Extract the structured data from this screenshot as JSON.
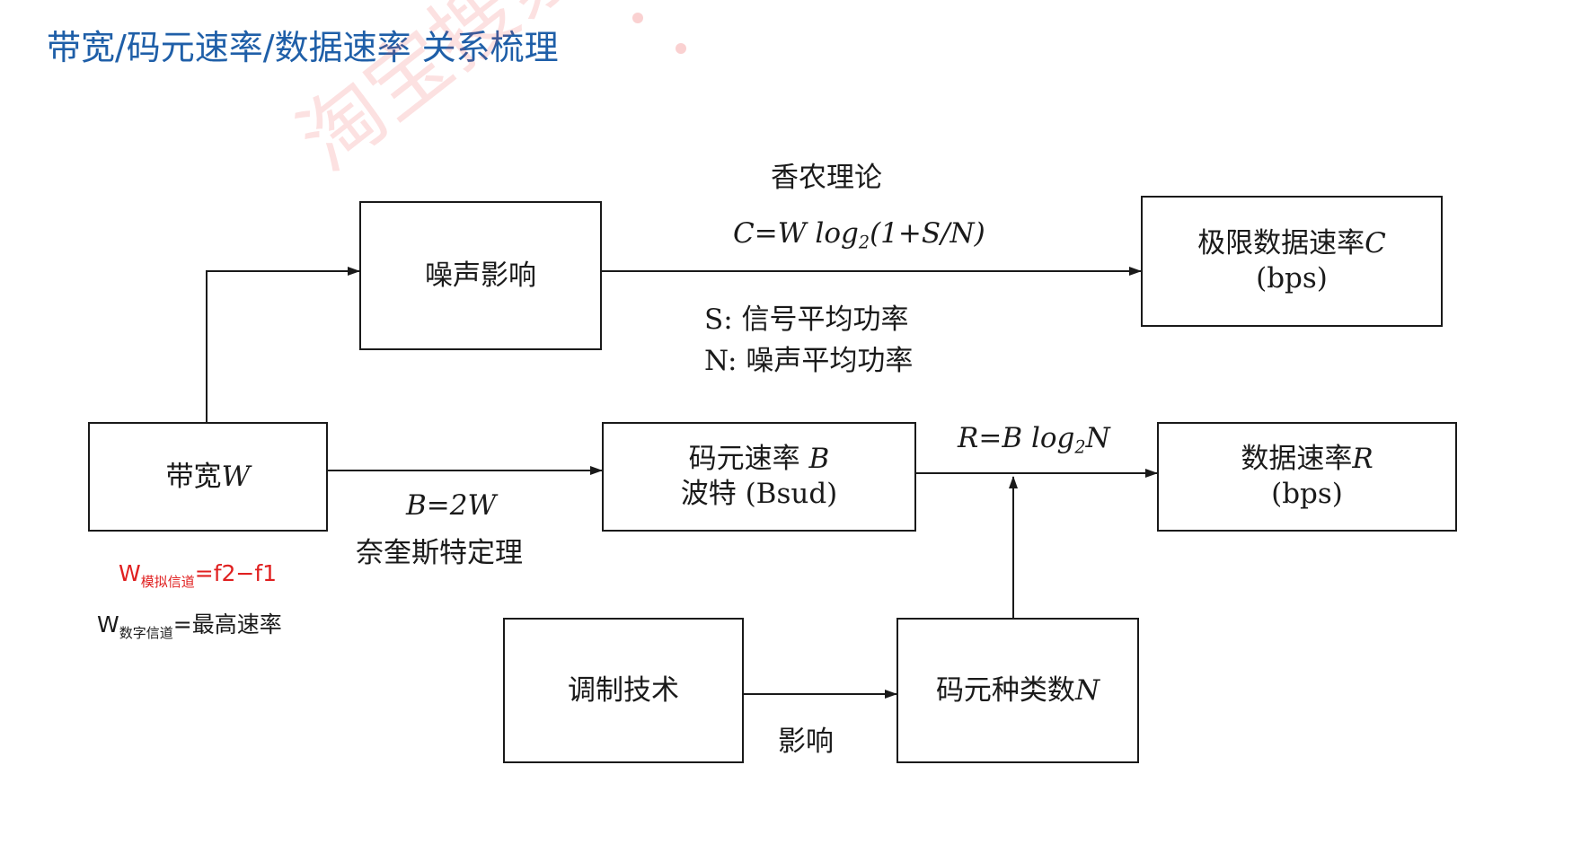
{
  "title": "带宽/码元速率/数据速率 关系梳理",
  "watermark": "淘宝搜索:",
  "boxes": {
    "noise": "噪声影响",
    "limit_rate": "极限数据速率",
    "limit_rate_var": "C",
    "limit_rate_unit": "(bps)",
    "bandwidth": "带宽",
    "bandwidth_var": "W",
    "symbol_rate": "码元速率",
    "symbol_rate_var": "B",
    "symbol_rate_sub": "波特 (Bsud)",
    "data_rate": "数据速率",
    "data_rate_var": "R",
    "data_rate_unit": "(bps)",
    "modulation": "调制技术",
    "symbol_types": "码元种类数",
    "symbol_types_var": "N"
  },
  "labels": {
    "shannon": "香农理论",
    "shannon_formula_left": "C=W log",
    "shannon_formula_sub": "2",
    "shannon_formula_right": "(1+S/N)",
    "s_def": "S: 信号平均功率",
    "n_def": "N: 噪声平均功率",
    "nyquist_formula": "B=2W",
    "nyquist": "奈奎斯特定理",
    "rate_formula_left": "R=B log",
    "rate_formula_sub": "2",
    "rate_formula_right": "N",
    "influence": "影响"
  },
  "notes": {
    "analog_main": "W",
    "analog_sub": "模拟信道",
    "analog_rest": "=f2−f1",
    "digital_main": "W",
    "digital_sub": "数字信道",
    "digital_rest": "=最高速率"
  }
}
